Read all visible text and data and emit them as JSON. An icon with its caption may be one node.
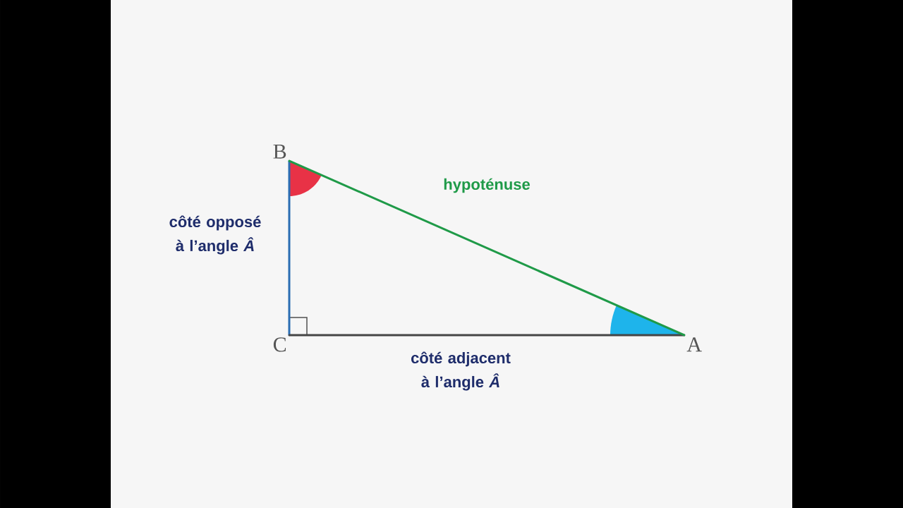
{
  "diagram": {
    "nodes": [
      {
        "text": [
          "B"
        ]
      },
      {
        "text": [
          "C"
        ]
      },
      {
        "text": [
          "A"
        ]
      }
    ],
    "edges": [
      {
        "from": 0,
        "to": 1,
        "arrow": "none",
        "label": "côté opposé à l’angle *Â*",
        "color": "#2a6db3"
      },
      {
        "from": 1,
        "to": 2,
        "arrow": "none",
        "label": "côté adjacent à l’angle *Â*",
        "color": "#454545"
      },
      {
        "from": 0,
        "to": 2,
        "arrow": "none",
        "label": "hypoténuse",
        "color": "#1f9a48"
      }
    ]
  }
}
